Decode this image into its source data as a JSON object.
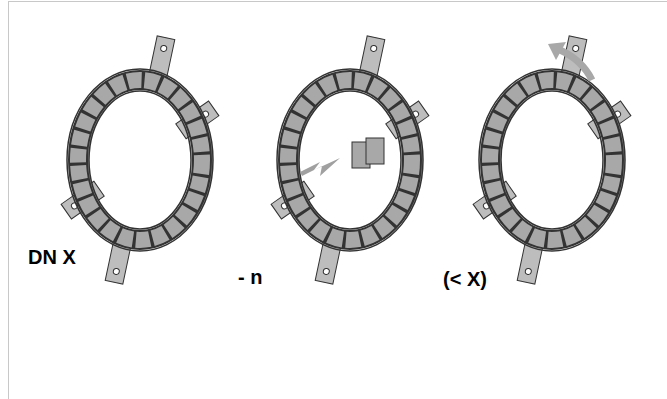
{
  "diagram": {
    "labels": [
      "DN X",
      "- n",
      "(< X)"
    ]
  }
}
